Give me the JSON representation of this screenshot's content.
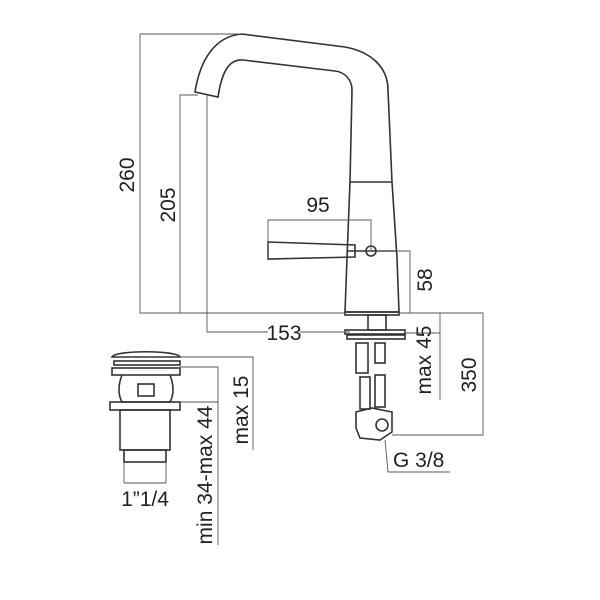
{
  "title": "Faucet technical drawing",
  "colors": {
    "line": "#333333",
    "dimension": "#555555",
    "text": "#222222"
  },
  "faucet": {
    "dimensions": {
      "total_height": "260",
      "spout_height": "205",
      "spout_reach": "153",
      "lever_length": "95",
      "lever_height": "58",
      "max_deck": "max 45",
      "hose_length": "350",
      "connection": "G 3/8"
    }
  },
  "drain": {
    "dimensions": {
      "thread": "1”1/4",
      "range": "min 34-max 44",
      "max_15": "max 15"
    }
  }
}
